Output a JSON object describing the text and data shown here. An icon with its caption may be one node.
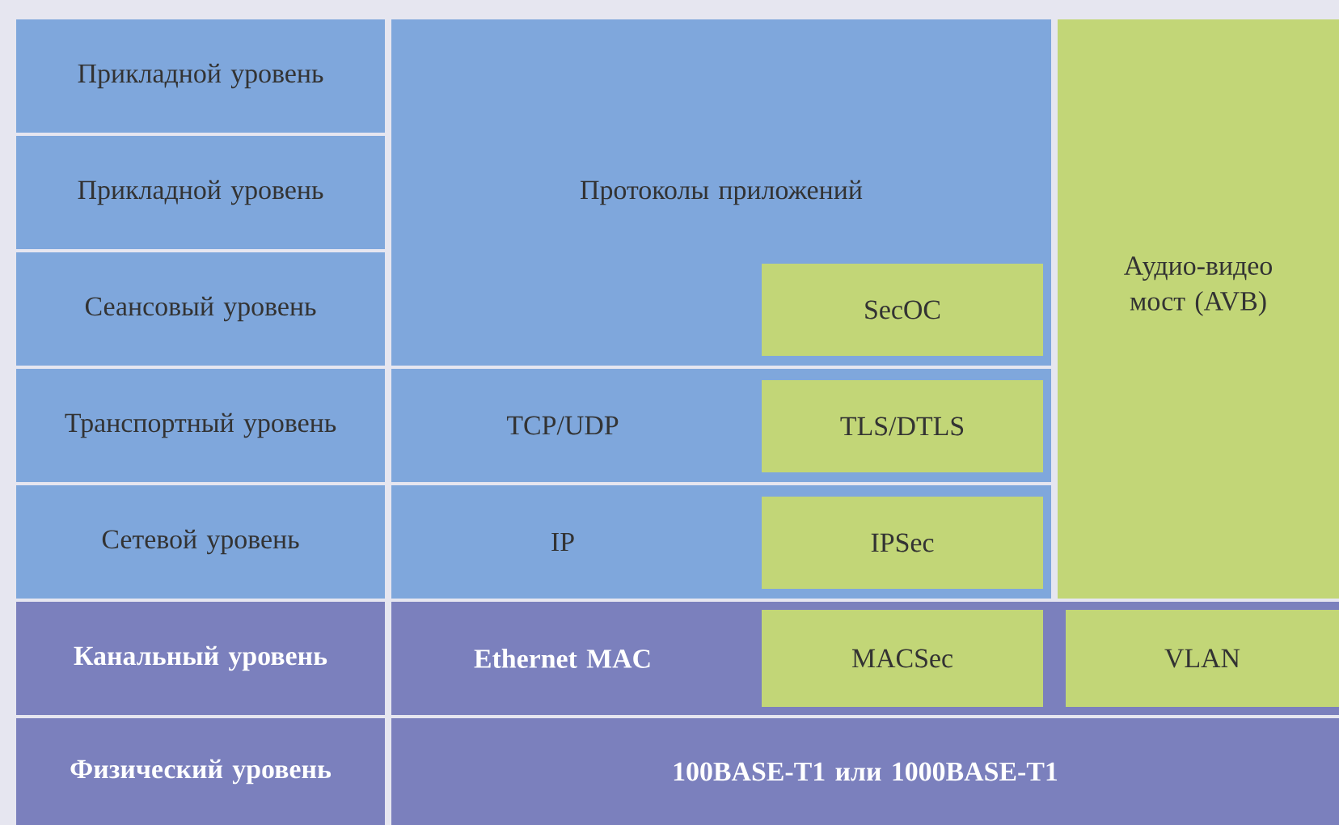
{
  "diagram": {
    "nodes": [
      {
        "text": [
          "Прикладной уровень"
        ]
      },
      {
        "text": [
          "Протоколы приложений"
        ]
      },
      {
        "text": [
          "Аудио-видео мост (AVB)"
        ]
      },
      {
        "text": [
          "Прикладной уровень"
        ]
      },
      {
        "text": [
          "Сеансовый уровень"
        ]
      },
      {
        "text": [
          "SecOC"
        ],
        "in": 1
      },
      {
        "text": [
          "Транспортный уровень"
        ]
      },
      {
        "text": [
          "TCP/UDP"
        ]
      },
      {
        "text": [
          "TLS/DTLS"
        ],
        "in": 7
      },
      {
        "text": [
          "Сетевой уровень"
        ]
      },
      {
        "text": [
          "IP"
        ]
      },
      {
        "text": [
          "IPSec"
        ],
        "in": 10
      },
      {
        "text": [
          "Канальный уровень"
        ]
      },
      {
        "text": [
          "Ethernet MAC"
        ]
      },
      {
        "text": [
          "MACSec"
        ],
        "in": 13
      },
      {
        "text": [
          "VLAN"
        ],
        "in": 13
      },
      {
        "text": [
          "Физический уровень"
        ]
      },
      {
        "text": [
          "100BASE-T1 или 1000BASE-T1"
        ]
      }
    ]
  }
}
